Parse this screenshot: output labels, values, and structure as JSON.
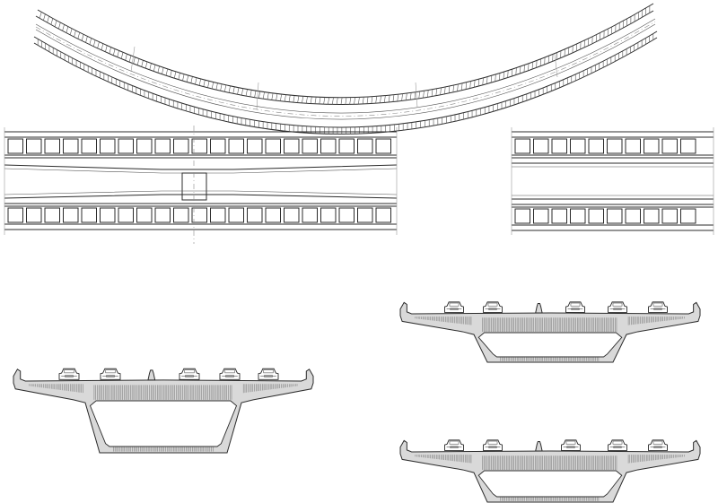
{
  "drawing": {
    "views": [
      {
        "name": "plan-curved-viaduct"
      },
      {
        "name": "plan-detail-pier"
      },
      {
        "name": "plan-detail-span"
      },
      {
        "name": "cross-section-large"
      },
      {
        "name": "cross-section-top-right"
      },
      {
        "name": "cross-section-bottom-right"
      }
    ],
    "palette": {
      "line": "#2b2b2b",
      "concrete": "#d9d9d9",
      "hatch": "#7a7a7a",
      "background": "#ffffff"
    }
  }
}
